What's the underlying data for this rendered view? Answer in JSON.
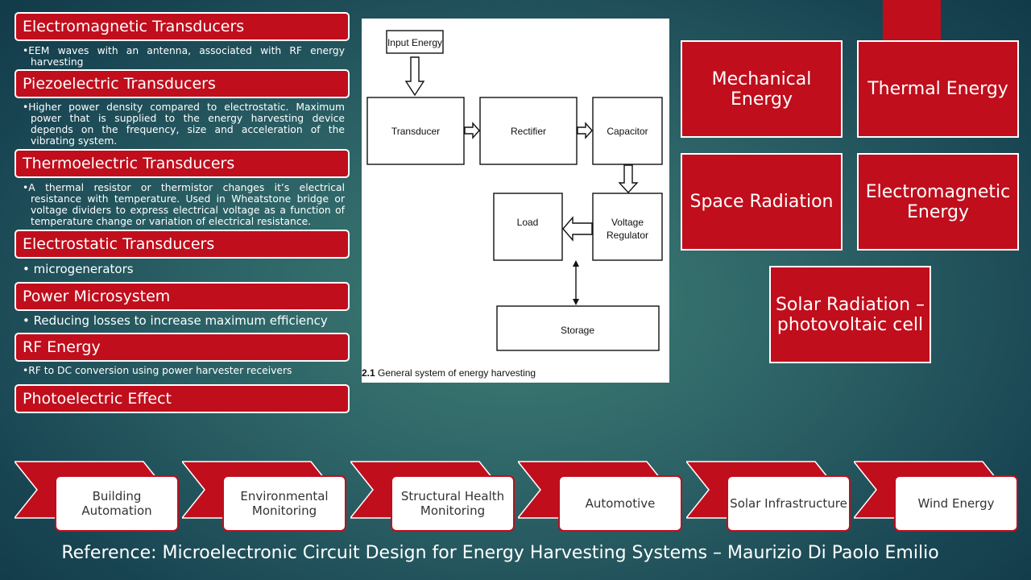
{
  "colors": {
    "accent_red": "#c00e1c",
    "text_white": "#ffffff",
    "background": "#2c6266"
  },
  "transducers": [
    {
      "title": "Electromagnetic Transducers",
      "description": "EEM waves with an antenna, associated with RF energy harvesting"
    },
    {
      "title": "Piezoelectric Transducers",
      "description": "Higher power density compared to electrostatic. Maximum power that is supplied to the energy harvesting device depends on the frequency, size and acceleration of the vibrating system."
    },
    {
      "title": "Thermoelectric Transducers",
      "description": "A thermal resistor or thermistor changes it’s electrical resistance with temperature. Used in Wheatstone bridge or voltage dividers to express electrical voltage as a function of temperature change  or variation of electrical resistance."
    },
    {
      "title": "Electrostatic Transducers",
      "description": "microgenerators"
    },
    {
      "title": "Power Microsystem",
      "description": "Reducing losses to increase maximum efficiency"
    },
    {
      "title": "RF Energy",
      "description": "RF to DC conversion using power harvester receivers"
    },
    {
      "title": "Photoelectric Effect"
    }
  ],
  "diagram": {
    "blocks": {
      "input": "Input Energy",
      "transducer": "Transducer",
      "rectifier": "Rectifier",
      "capacitor": "Capacitor",
      "load": "Load",
      "regulator_line1": "Voltage",
      "regulator_line2": "Regulator",
      "storage": "Storage"
    },
    "caption_number": "2.1",
    "caption_text": "General system of energy harvesting"
  },
  "energy_sources": [
    "Mechanical Energy",
    "Thermal Energy",
    "Space Radiation",
    "Electromagnetic Energy",
    "Solar Radiation – photovoltaic cell"
  ],
  "applications": [
    "Building Automation",
    "Environmental Monitoring",
    "Structural Health Monitoring",
    "Automotive",
    "Solar Infrastructure",
    "Wind Energy"
  ],
  "reference": "Reference: Microelectronic Circuit Design for Energy Harvesting Systems – Maurizio Di Paolo Emilio"
}
